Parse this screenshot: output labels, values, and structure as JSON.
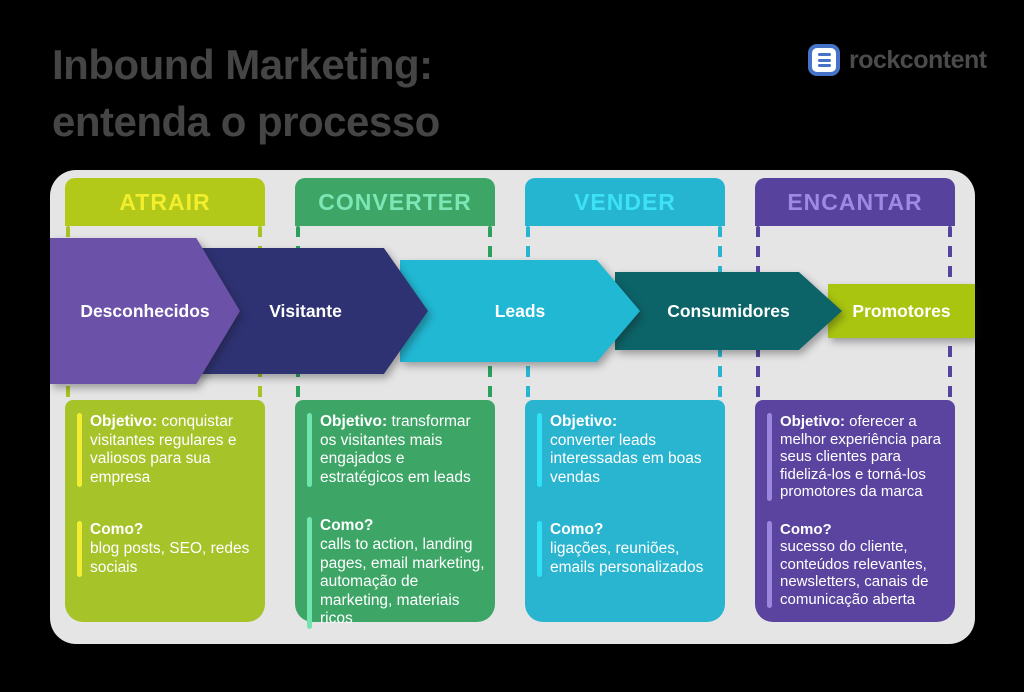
{
  "header": {
    "title_line1": "Inbound Marketing:",
    "title_line2": "entenda o processo"
  },
  "brand": {
    "name": "rockcontent",
    "icon": "content-stack-icon"
  },
  "colors": {
    "background": "#000000",
    "panel": "#e5e5e6",
    "title_text": "#454545",
    "logo_blue": "#4673c8",
    "box_text": "#ffffff"
  },
  "stages": [
    {
      "label": "ATRAIR",
      "badge_bg": "#b3c919",
      "badge_text_color": "#f3ee2d",
      "box_bg": "#a7c32a",
      "accent": "#f2ee33",
      "dash_color": "#a9c421",
      "objetivo_label": "Objetivo:",
      "objetivo_text": " conquistar visitantes regulares e valiosos para sua empresa",
      "como_label": "Como?",
      "como_text": "blog posts, SEO, redes sociais"
    },
    {
      "label": "CONVERTER",
      "badge_bg": "#3da667",
      "badge_text_color": "#7be7b4",
      "box_bg": "#3da667",
      "accent": "#70e5ad",
      "dash_color": "#2ca05c",
      "objetivo_label": "Objetivo:",
      "objetivo_text": " transformar os visitantes mais engajados e estratégicos em leads",
      "como_label": "Como?",
      "como_text": "calls to action, landing pages, email marketing, automação de marketing, materiais ricos"
    },
    {
      "label": "VENDER",
      "badge_bg": "#26b5d1",
      "badge_text_color": "#3ee2f5",
      "box_bg": "#29b4cf",
      "accent": "#2fe2f7",
      "dash_color": "#27b6d2",
      "objetivo_label": "Objetivo:",
      "objetivo_text": "converter leads interessadas em boas vendas",
      "como_label": "Como?",
      "como_text": " ligações, reuniões, emails personalizados"
    },
    {
      "label": "ENCANTAR",
      "badge_bg": "#57429d",
      "badge_text_color": "#9e89e3",
      "box_bg": "#5a449f",
      "accent": "#9c87de",
      "dash_color": "#57429d",
      "objetivo_label": "Objetivo:",
      "objetivo_text": " oferecer a melhor experiência para seus clientes para fidelizá-los e torná-los promotores da marca",
      "como_label": "Como?",
      "como_text": "sucesso do cliente, conteúdos relevantes, newsletters, canais de comunicação aberta"
    }
  ],
  "funnel": [
    {
      "label": "Desconhecidos",
      "color": "#6b51a8"
    },
    {
      "label": "Visitante",
      "color": "#2e3273"
    },
    {
      "label": "Leads",
      "color": "#21b8d4"
    },
    {
      "label": "Consumidores",
      "color": "#0c6468"
    },
    {
      "label": "Promotores",
      "color": "#a9c50f"
    }
  ]
}
